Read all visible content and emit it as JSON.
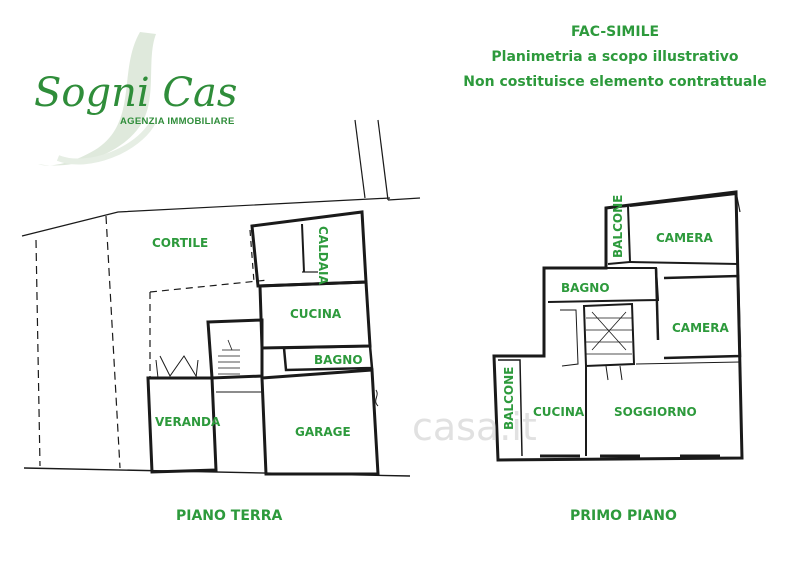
{
  "logo": {
    "name": "Sogni Casa",
    "tagline": "AGENZIA IMMOBILIARE",
    "accent_color": "#2f8d3a"
  },
  "disclaimer": {
    "line1": "FAC-SIMILE",
    "line2": "Planimetria a scopo illustrativo",
    "line3": "Non costituisce elemento contrattuale"
  },
  "ground_floor": {
    "caption": "PIANO TERRA",
    "rooms": {
      "cortile": "CORTILE",
      "caldaia": "CALDAIA",
      "cucina": "CUCINA",
      "bagno": "BAGNO",
      "veranda": "VERANDA",
      "garage": "GARAGE"
    }
  },
  "first_floor": {
    "caption": "PRIMO PIANO",
    "rooms": {
      "balcone_top": "BALCONE",
      "camera_1": "CAMERA",
      "bagno": "BAGNO",
      "camera_2": "CAMERA",
      "balcone_left": "BALCONE",
      "cucina": "CUCINA",
      "soggiorno": "SOGGIORNO"
    }
  },
  "watermark": {
    "text": "casa.it"
  },
  "colors": {
    "label_green": "#2d9a3c",
    "wall": "#1a1a1a"
  }
}
